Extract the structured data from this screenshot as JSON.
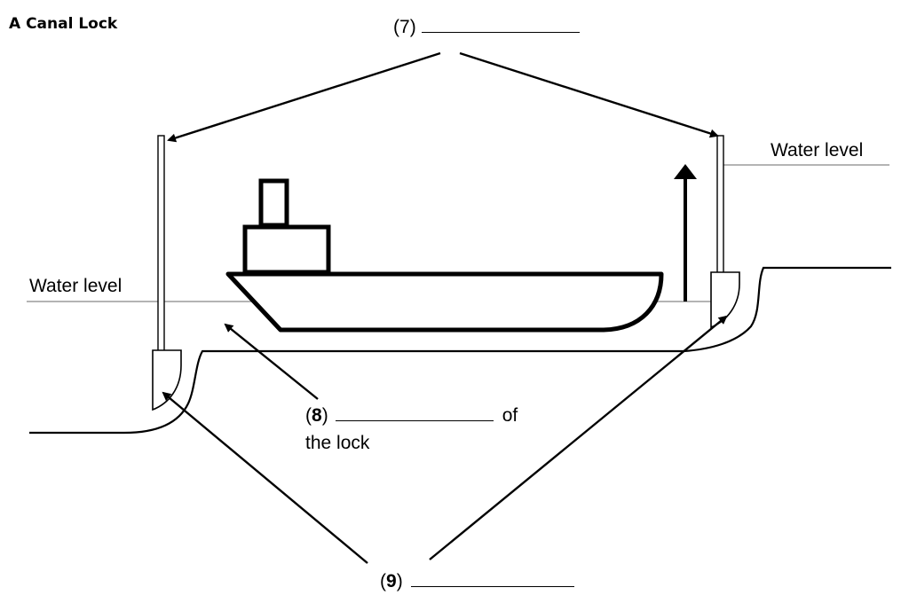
{
  "title": "A Canal Lock",
  "labels": {
    "water_level_right": "Water level",
    "water_level_left": "Water level"
  },
  "questions": {
    "q7": {
      "open": "(",
      "number": "7",
      "close": ")"
    },
    "q8": {
      "open": "(",
      "number": "8",
      "close": ")",
      "suffix": "of",
      "line2": "the lock"
    },
    "q9": {
      "open": "(",
      "number": "9",
      "close": ")"
    }
  },
  "colors": {
    "ink": "#000000",
    "gate_fill": "#ffffff",
    "water_line": "#888888"
  }
}
